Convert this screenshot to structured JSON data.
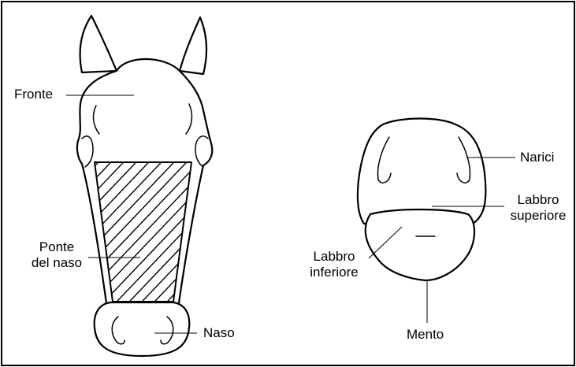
{
  "labels": {
    "fronte": "Fronte",
    "ponte_line1": "Ponte",
    "ponte_line2": "del naso",
    "naso": "Naso",
    "narici": "Narici",
    "labbro_sup_line1": "Labbro",
    "labbro_sup_line2": "superiore",
    "labbro_inf_line1": "Labbro",
    "labbro_inf_line2": "inferiore",
    "mento": "Mento"
  },
  "colors": {
    "ink": "#000000",
    "paper": "#ffffff"
  }
}
